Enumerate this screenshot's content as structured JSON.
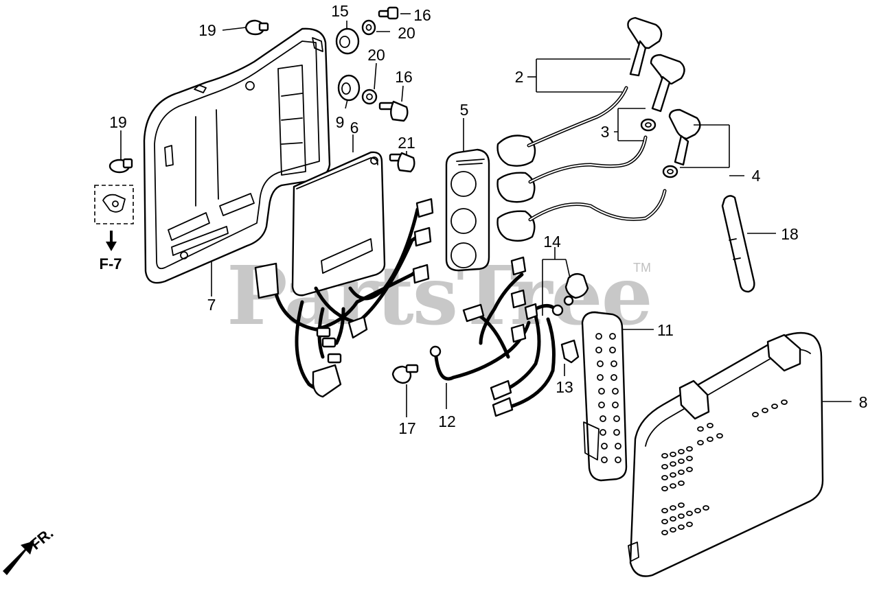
{
  "callouts": {
    "c2": "2",
    "c3": "3",
    "c4": "4",
    "c5": "5",
    "c6": "6",
    "c7": "7",
    "c8": "8",
    "c9": "9",
    "c11": "11",
    "c12": "12",
    "c13": "13",
    "c14": "14",
    "c15": "15",
    "c16a": "16",
    "c16b": "16",
    "c17": "17",
    "c18": "18",
    "c19a": "19",
    "c19b": "19",
    "c20a": "20",
    "c20b": "20",
    "c21": "21"
  },
  "reference_label": "F-7",
  "front_label": "FR.",
  "watermark": {
    "text": "PartsTree",
    "trademark": "TM"
  }
}
